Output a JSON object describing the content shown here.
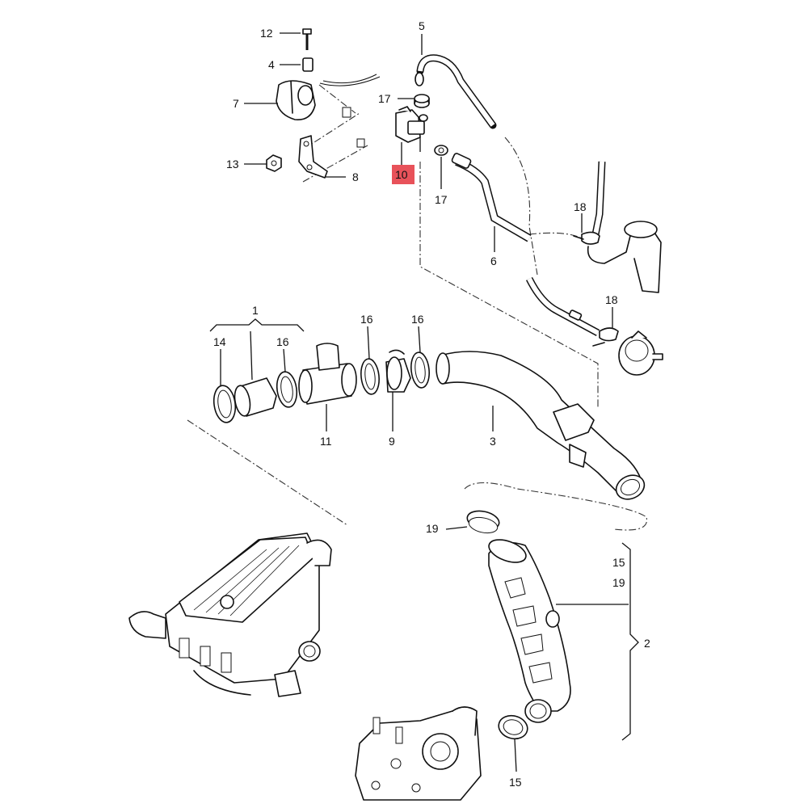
{
  "diagram": {
    "highlight_color": "#e8525a",
    "highlighted_callout": "10",
    "callouts": {
      "c1": "1",
      "c2": "2",
      "c3": "3",
      "c4": "4",
      "c5": "5",
      "c6": "6",
      "c7": "7",
      "c8": "8",
      "c9": "9",
      "c10": "10",
      "c11": "11",
      "c12": "12",
      "c13": "13",
      "c14": "14",
      "c15a": "15",
      "c15b": "15",
      "c16a": "16",
      "c16b": "16",
      "c16c": "16",
      "c17a": "17",
      "c17b": "17",
      "c18a": "18",
      "c18b": "18",
      "c19a": "19",
      "c19b": "19"
    }
  }
}
